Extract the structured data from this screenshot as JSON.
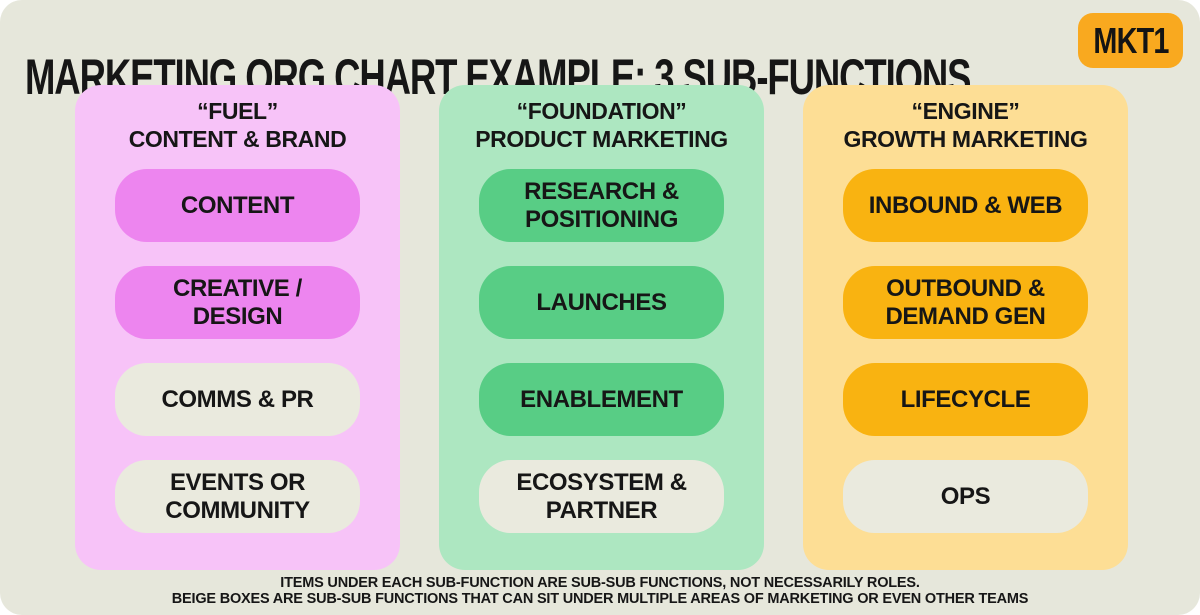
{
  "page": {
    "title": "MARKETING ORG CHART EXAMPLE: 3 SUB-FUNCTIONS",
    "logo_text": "MKT1",
    "footer_lines": [
      "ITEMS UNDER EACH SUB-FUNCTION ARE SUB-SUB FUNCTIONS, NOT NECESSARILY ROLES.",
      "BEIGE BOXES ARE SUB-SUB FUNCTIONS THAT CAN SIT UNDER MULTIPLE AREAS OF MARKETING OR EVEN OTHER TEAMS"
    ]
  },
  "colors": {
    "canvas_bg": "#E6E7DB",
    "beige_box": "#EAEADE",
    "logo_bg": "#F9A91F",
    "text": "#161616"
  },
  "columns": [
    {
      "name": "fuel-content-and-brand",
      "header": "“FUEL”\nCONTENT & BRAND",
      "colors": {
        "panel": "#F7C3F8",
        "box": "#ED85EF"
      },
      "boxes": [
        {
          "label": "CONTENT",
          "beige": false
        },
        {
          "label": "CREATIVE /\nDESIGN",
          "beige": false
        },
        {
          "label": "COMMS & PR",
          "beige": true
        },
        {
          "label": "EVENTS OR\nCOMMUNITY",
          "beige": true
        }
      ]
    },
    {
      "name": "foundation-product-marketing",
      "header": "“FOUNDATION”\nPRODUCT MARKETING",
      "colors": {
        "panel": "#ADE7C1",
        "box": "#58CD85"
      },
      "boxes": [
        {
          "label": "RESEARCH &\nPOSITIONING",
          "beige": false
        },
        {
          "label": "LAUNCHES",
          "beige": false
        },
        {
          "label": "ENABLEMENT",
          "beige": false
        },
        {
          "label": "ECOSYSTEM &\nPARTNER",
          "beige": true
        }
      ]
    },
    {
      "name": "engine-growth-marketing",
      "header": "“ENGINE”\nGROWTH MARKETING",
      "colors": {
        "panel": "#FDDE95",
        "box": "#F9B311"
      },
      "boxes": [
        {
          "label": "INBOUND & WEB",
          "beige": false
        },
        {
          "label": "OUTBOUND &\nDEMAND GEN",
          "beige": false
        },
        {
          "label": "LIFECYCLE",
          "beige": false
        },
        {
          "label": "OPS",
          "beige": true
        }
      ]
    }
  ]
}
